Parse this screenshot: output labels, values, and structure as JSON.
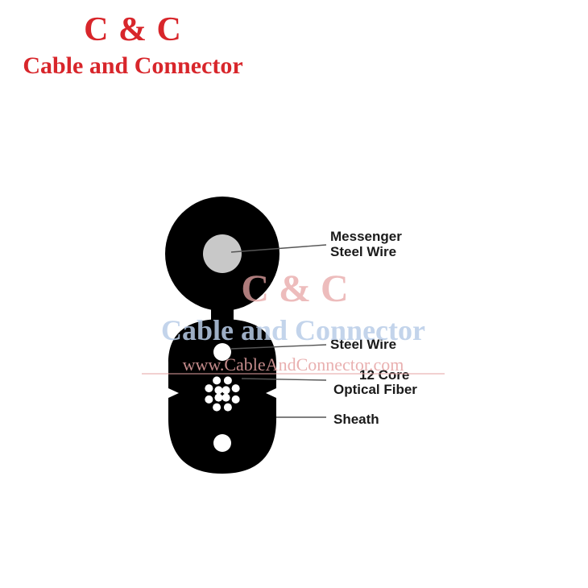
{
  "brand": {
    "logo_text": "C & C",
    "name_text": "Cable and Connector",
    "color": "#d8262b"
  },
  "diagram": {
    "labels": {
      "messenger_line1": "Messenger",
      "messenger_line2": "Steel Wire",
      "steel_wire": "Steel Wire",
      "fiber_line1": "12 Core",
      "fiber_line2": "Optical Fiber",
      "sheath": "Sheath"
    },
    "fiber_count": 12,
    "colors": {
      "sheath": "#000000",
      "messenger_core": "#c8c8c8",
      "fiber": "#ffffff",
      "leader_line": "#555555"
    }
  },
  "watermark": {
    "logo_text": "C & C",
    "name_text": "Cable and Connector",
    "url_text": "www.CableAndConnector.com"
  }
}
